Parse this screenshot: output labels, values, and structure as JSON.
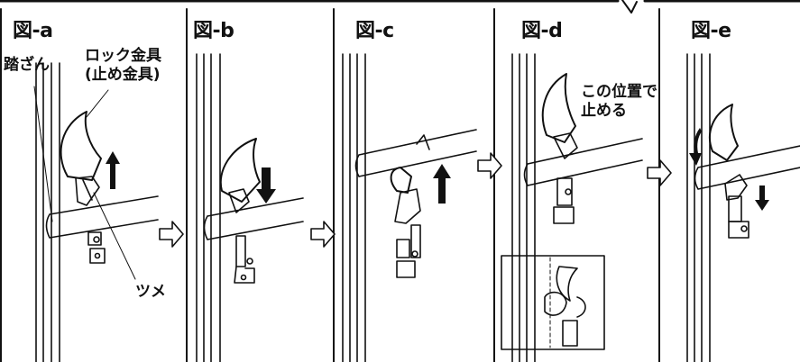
{
  "panels": [
    {
      "title": "図-a"
    },
    {
      "title": "図-b"
    },
    {
      "title": "図-c"
    },
    {
      "title": "図-d"
    },
    {
      "title": "図-e"
    }
  ],
  "labels": {
    "step": "踏ざん",
    "lock_line1": "ロック金具",
    "lock_line2": "(止め金具)",
    "claw": "ツメ",
    "stop_line1": "この位置で",
    "stop_line2": "止める"
  },
  "icons": {
    "up_arrow": "up-arrow-icon",
    "down_arrow": "down-arrow-icon",
    "next_arrow": "right-arrow-icon"
  },
  "colors": {
    "ink": "#111111",
    "paper": "#ffffff"
  }
}
